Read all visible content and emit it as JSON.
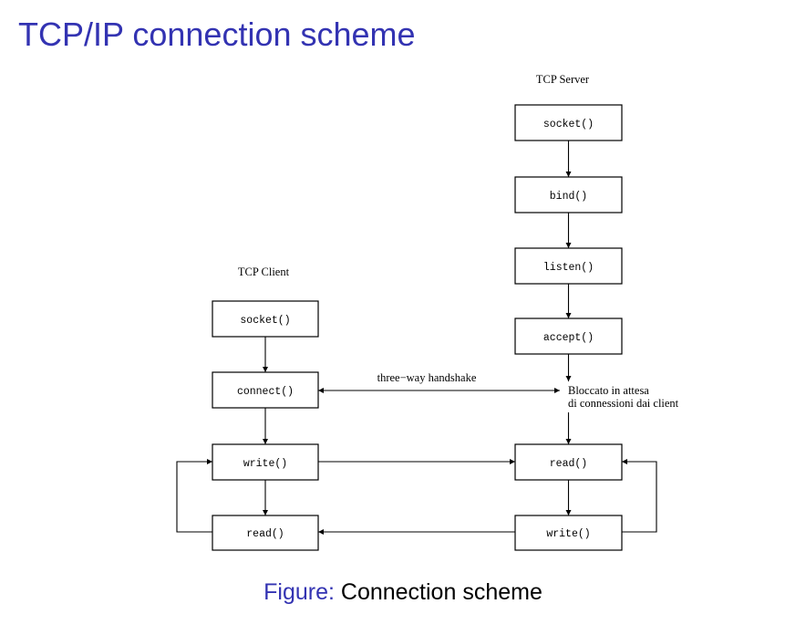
{
  "title": "TCP/IP connection scheme",
  "server": {
    "heading": "TCP Server",
    "socket": "socket()",
    "bind": "bind()",
    "listen": "listen()",
    "accept": "accept()",
    "blocked_line1": "Bloccato in attesa",
    "blocked_line2": "di connessioni dai client",
    "read": "read()",
    "write": "write()"
  },
  "client": {
    "heading": "TCP Client",
    "socket": "socket()",
    "connect": "connect()",
    "write": "write()",
    "read": "read()"
  },
  "handshake_label": "three−way handshake",
  "caption": {
    "prefix": "Figure:",
    "text": "Connection scheme"
  },
  "colors": {
    "title": "#3333b2",
    "caption_prefix": "#3333b2"
  }
}
